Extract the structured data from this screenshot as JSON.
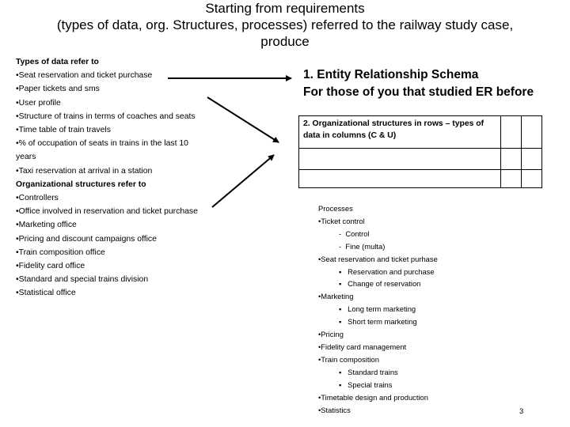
{
  "slide": {
    "title_lines": [
      "Starting  from requirements",
      "(types of data, org. Structures, processes) referred to the railway study case,",
      "produce"
    ],
    "page_number": "3"
  },
  "left": {
    "data_heading": "Types of data refer to",
    "data_items": [
      "•Seat reservation and ticket purchase",
      "•Paper tickets and sms",
      "•User profile",
      "•Structure of trains in terms of coaches and seats",
      "•Time table of train travels",
      "•% of occupation of seats in trains in the last 10 years",
      "•Taxi reservation at arrival in a station"
    ],
    "org_heading": "Organizational structures refer to",
    "org_items": [
      "•Controllers",
      "•Office involved in reservation and ticket purchase",
      "•Marketing office",
      "•Pricing and discount campaigns office",
      "•Train composition office",
      "•Fidelity card office",
      "•Standard and special trains division",
      "•Statistical office"
    ]
  },
  "right": {
    "er_line1": "1. Entity Relationship Schema",
    "er_line2": "For those of you that studied ER before",
    "org_table_label": "2. Organizational structures  in rows – types of data in columns (C & U)"
  },
  "processes": {
    "heading": "Processes",
    "items": [
      {
        "level": 0,
        "marker": "bullet",
        "text": "Ticket control"
      },
      {
        "level": 1,
        "marker": "dash",
        "text": "Control"
      },
      {
        "level": 1,
        "marker": "dash",
        "text": "Fine (multa)"
      },
      {
        "level": 0,
        "marker": "bullet",
        "text": "Seat reservation and ticket purhase"
      },
      {
        "level": 1,
        "marker": "square",
        "text": "Reservation and purchase"
      },
      {
        "level": 1,
        "marker": "square",
        "text": "Change of reservation"
      },
      {
        "level": 0,
        "marker": "bullet",
        "text": "Marketing"
      },
      {
        "level": 1,
        "marker": "square",
        "text": "Long term marketing"
      },
      {
        "level": 1,
        "marker": "square",
        "text": "Short term marketing"
      },
      {
        "level": 0,
        "marker": "bullet",
        "text": "Pricing"
      },
      {
        "level": 0,
        "marker": "bullet",
        "text": "Fidelity card management"
      },
      {
        "level": 0,
        "marker": "bullet",
        "text": "Train composition"
      },
      {
        "level": 1,
        "marker": "square",
        "text": "Standard trains"
      },
      {
        "level": 1,
        "marker": "square",
        "text": "Special trains"
      },
      {
        "level": 0,
        "marker": "bullet",
        "text": "Timetable design and production"
      },
      {
        "level": 0,
        "marker": "bullet",
        "text": "Statistics"
      }
    ]
  }
}
